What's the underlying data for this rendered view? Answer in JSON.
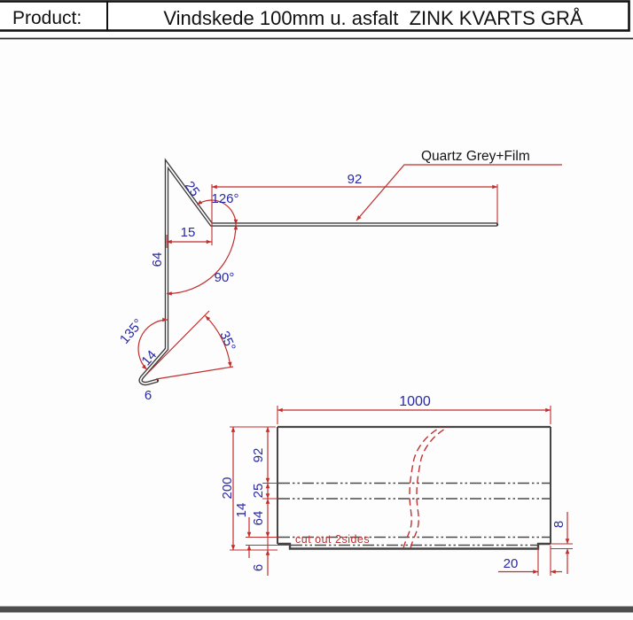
{
  "title_block": {
    "label": "Product:",
    "title": "Vindskede 100mm u. asfalt  ZINK KVARTS GRÅ"
  },
  "profile_view": {
    "leader_label": "Quartz Grey+Film",
    "dims": {
      "d92": "92",
      "d15": "15",
      "d64": "64",
      "d25": "25",
      "d14": "14",
      "d6": "6"
    },
    "angles": {
      "a126": "126°",
      "a90": "90°",
      "a135": "135°",
      "a35": "35°"
    }
  },
  "flat_view": {
    "note": "cut out 2sides",
    "dims": {
      "d1000": "1000",
      "d200": "200",
      "d92": "92",
      "d25": "25",
      "d64": "64",
      "d14": "14",
      "d6": "6",
      "d8": "8",
      "d20": "20"
    }
  },
  "colors": {
    "dimension_text": "#2929a3",
    "dimension_line": "#c22d2d",
    "note_text": "#b43434",
    "outline": "#3d3d3d",
    "window_edge": "#4e4e4e"
  }
}
